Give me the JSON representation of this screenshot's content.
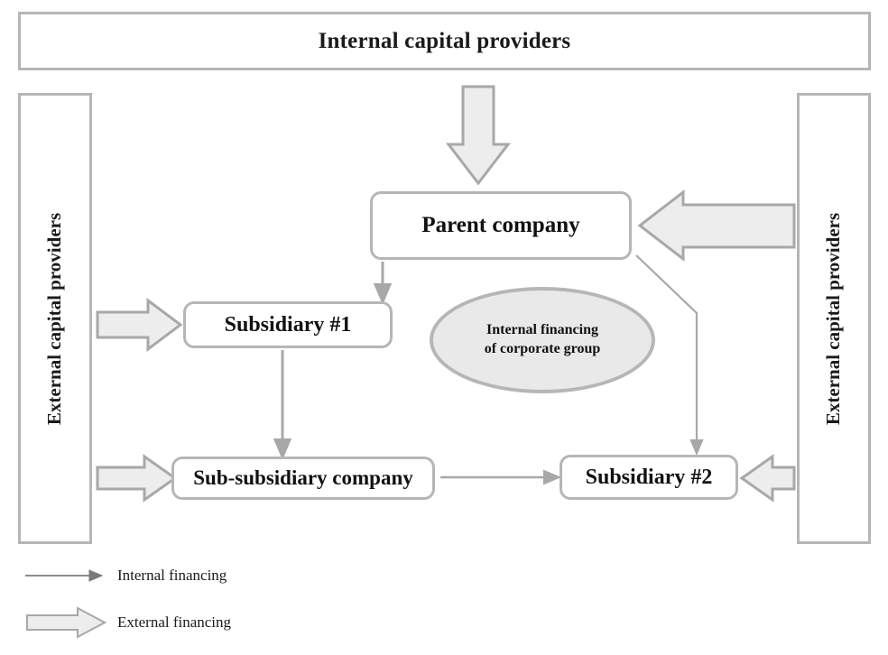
{
  "diagram": {
    "title": "Internal financing of corporate group",
    "top_banner": {
      "label": "Internal capital providers"
    },
    "left_panel": {
      "label": "External capital providers"
    },
    "right_panel": {
      "label": "External capital providers"
    },
    "nodes": [
      {
        "id": "parent",
        "label": "Parent company"
      },
      {
        "id": "sub1",
        "label": "Subsidiary #1"
      },
      {
        "id": "subsub",
        "label": "Sub-subsidiary company"
      },
      {
        "id": "sub2",
        "label": "Subsidiary #2"
      }
    ],
    "ellipse": {
      "line1": "Internal financing",
      "line2": "of corporate group"
    },
    "legend": {
      "internal": {
        "label": "Internal financing",
        "icon": "thin-arrow-icon"
      },
      "external": {
        "label": "External financing",
        "icon": "block-arrow-icon"
      }
    },
    "colors": {
      "border_gray": "#b6b6b6",
      "arrow_gray": "#a8a8a8",
      "block_arrow_fill": "#ededed",
      "block_arrow_stroke": "#a8a8a8",
      "ellipse_fill": "#e9e9e9",
      "text": "#111111",
      "background": "#ffffff"
    }
  }
}
